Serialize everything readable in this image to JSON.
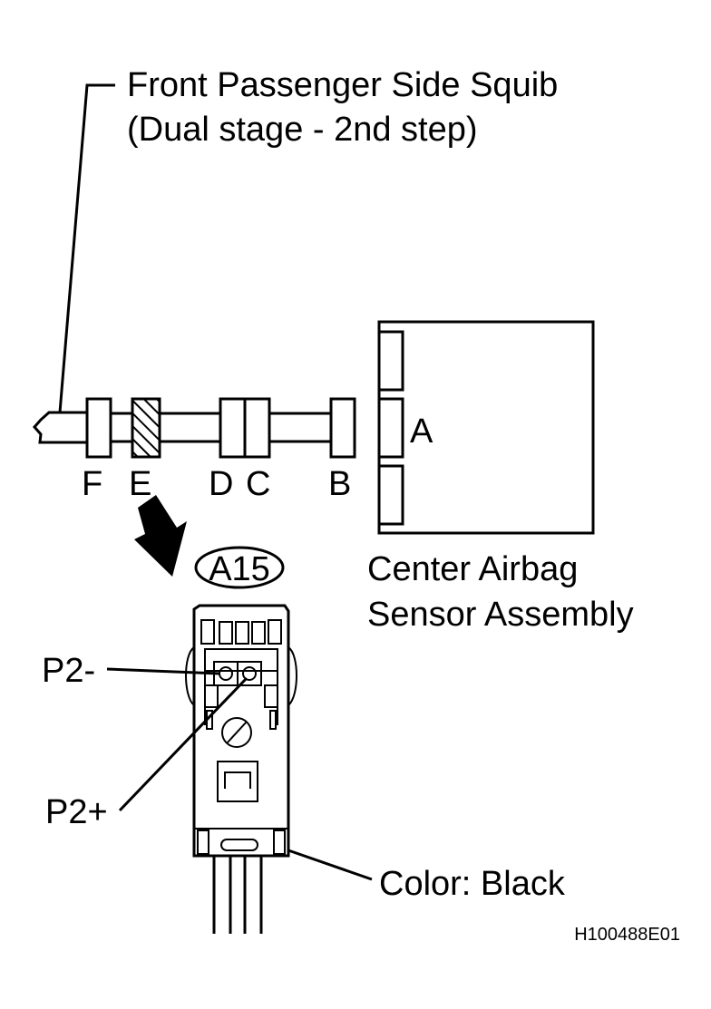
{
  "labels": {
    "squib_line1": "Front Passenger Side Squib",
    "squib_line2": "(Dual stage - 2nd step)",
    "conn_f": "F",
    "conn_e": "E",
    "conn_d": "D",
    "conn_c": "C",
    "conn_b": "B",
    "conn_a": "A",
    "sensor_line1": "Center Airbag",
    "sensor_line2": "Sensor Assembly",
    "connector_id": "A15",
    "pin_minus": "P2-",
    "pin_plus": "P2+",
    "color": "Color: Black",
    "figure_code": "H100488E01"
  },
  "colors": {
    "line": "#000000",
    "background": "#ffffff"
  }
}
